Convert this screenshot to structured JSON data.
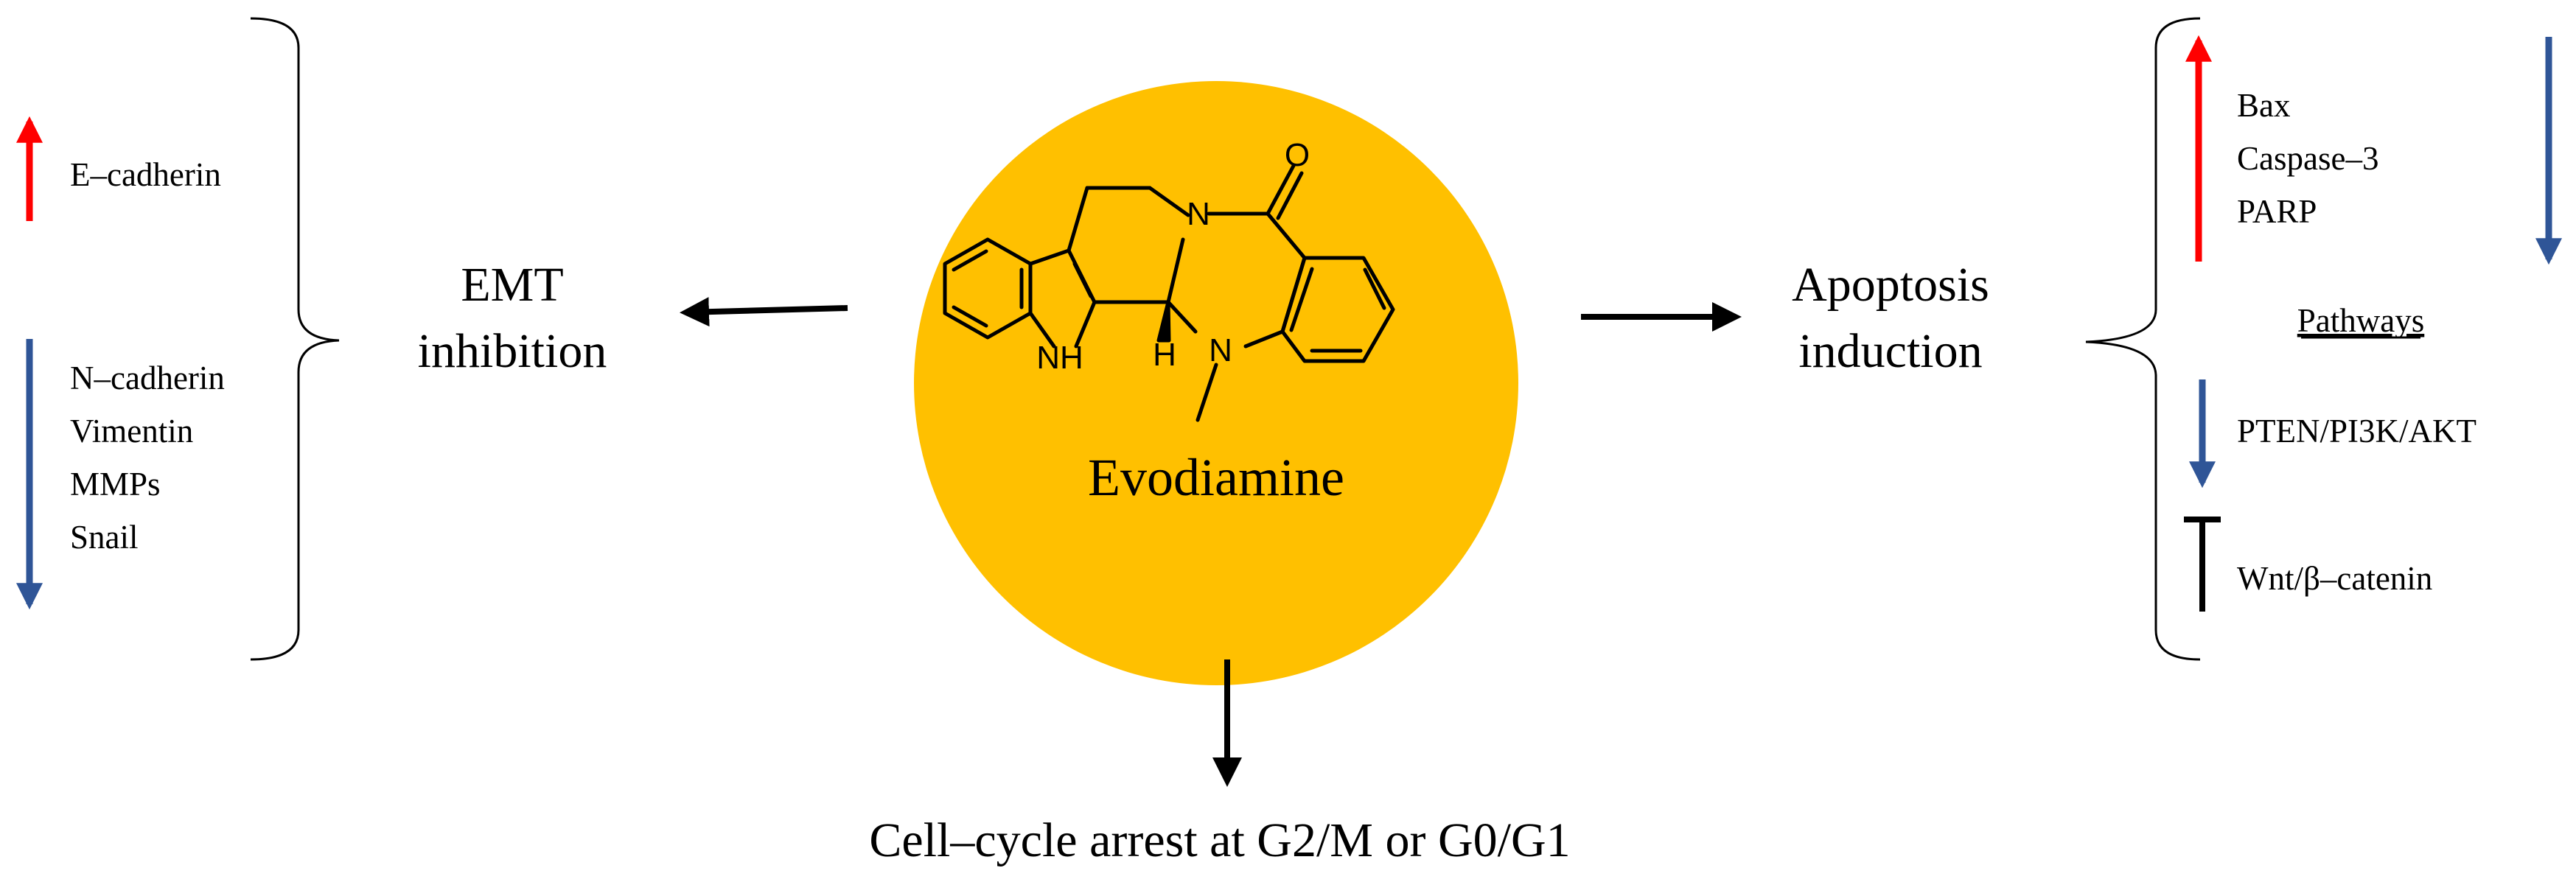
{
  "center": {
    "label": "Evodiamine",
    "circle_color": "#FFC000"
  },
  "molecule": {
    "atom_labels": [
      "O",
      "N",
      "NH",
      "H",
      "N"
    ]
  },
  "emt": {
    "title_line1": "EMT",
    "title_line2": "inhibition",
    "up_markers": [
      "E–cadherin"
    ],
    "down_markers": [
      "N–cadherin",
      "Vimentin",
      "MMPs",
      "Snail"
    ]
  },
  "apoptosis": {
    "title_line1": "Apoptosis",
    "title_line2": "induction",
    "markers": [
      "Bax",
      "Caspase–3",
      "PARP"
    ],
    "pathways_heading": "Pathways",
    "pathway_down": "PTEN/PI3K/AKT",
    "pathway_inhibited": "Wnt/β–catenin"
  },
  "cell_cycle": {
    "label": "Cell–cycle arrest at G2/M or G0/G1"
  },
  "colors": {
    "up_arrow": "#FF0000",
    "down_arrow": "#2F5597",
    "arrow": "#000000"
  }
}
